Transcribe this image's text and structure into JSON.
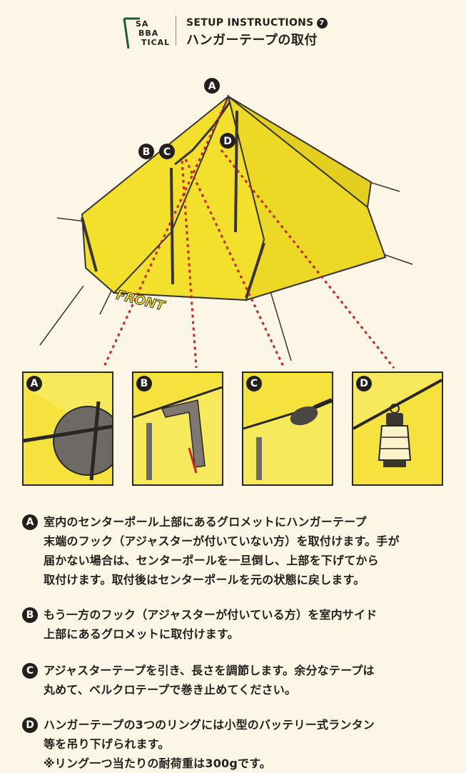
{
  "header": {
    "logo_text_lines": [
      "SA",
      "BBA",
      "TICAL"
    ],
    "brand_color": "#1f5a3b",
    "title_en": "SETUP INSTRUCTIONS",
    "step_number": "7",
    "title_jp": "ハンガーテープの取付"
  },
  "illustration": {
    "front_label": "FRONT",
    "callouts": [
      "A",
      "B",
      "C",
      "D"
    ],
    "tent_color": "#f2e02c",
    "guide_line_color": "#c4262c"
  },
  "panels": [
    {
      "label": "A",
      "icon": "grommet-hook-detail"
    },
    {
      "label": "B",
      "icon": "adjuster-hook-detail"
    },
    {
      "label": "C",
      "icon": "velcro-tape-detail"
    },
    {
      "label": "D",
      "icon": "lantern-icon"
    }
  ],
  "instructions": [
    {
      "label": "A",
      "lines": [
        "室内のセンターポール上部にあるグロメットにハンガーテープ",
        "末端のフック（アジャスターが付いていない方）を取付けます。手が",
        "届かない場合は、センターポールを一旦倒し、上部を下げてから",
        "取付けます。取付後はセンターポールを元の状態に戻します。"
      ]
    },
    {
      "label": "B",
      "lines": [
        "もう一方のフック（アジャスターが付いている方）を室内サイド",
        "上部にあるグロメットに取付けます。"
      ]
    },
    {
      "label": "C",
      "lines": [
        "アジャスターテープを引き、長さを調節します。余分なテープは",
        "丸めて、ベルクロテープで巻き止めてください。"
      ]
    },
    {
      "label": "D",
      "lines": [
        "ハンガーテープの3つのリングには小型のバッテリー式ランタン",
        "等を吊り下げられます。",
        "※リング一つ当たりの耐荷重は300gです。"
      ]
    }
  ]
}
